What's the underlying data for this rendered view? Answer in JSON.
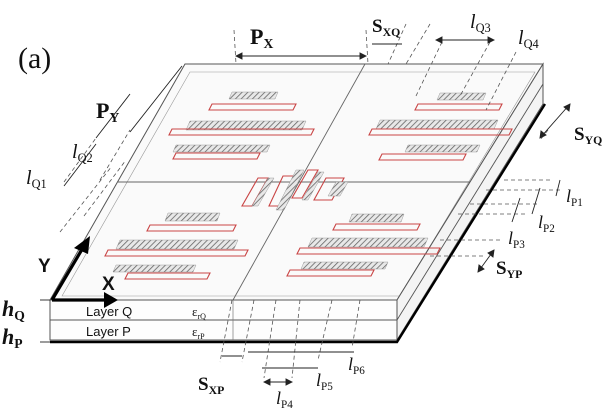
{
  "panel_label": "(a)",
  "axes": {
    "x": "X",
    "y": "Y"
  },
  "layers": {
    "q": "Layer Q",
    "p": "Layer P"
  },
  "heights": {
    "hQ": "h",
    "hQ_sub": "Q",
    "hP": "h",
    "hP_sub": "P"
  },
  "epsilons": {
    "q": "ε",
    "q_sub": "rQ",
    "p": "ε",
    "p_sub": "rP"
  },
  "periods": {
    "px": "P",
    "px_sub": "X",
    "py": "P",
    "py_sub": "Y"
  },
  "spacings": {
    "sxq": "S",
    "sxq_sub": "XQ",
    "syq": "S",
    "syq_sub": "YQ",
    "syp": "S",
    "syp_sub": "YP",
    "sxp": "S",
    "sxp_sub": "XP"
  },
  "lengths": {
    "l": "l",
    "q1": "Q1",
    "q2": "Q2",
    "q3": "Q3",
    "q4": "Q4",
    "p1": "P1",
    "p2": "P2",
    "p3": "P3",
    "p4": "P4",
    "p5": "P5",
    "p6": "P6"
  }
}
